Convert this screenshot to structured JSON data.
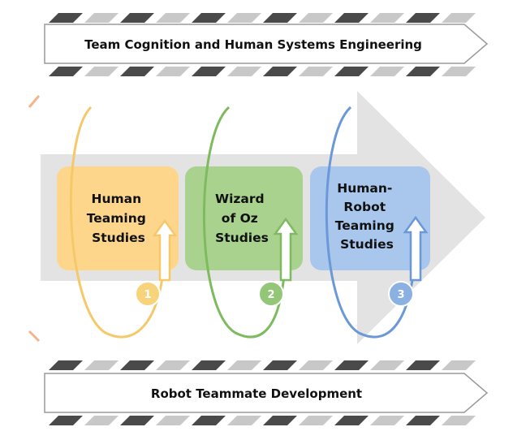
{
  "top_banner": {
    "label": "Team Cognition and Human Systems Engineering"
  },
  "bottom_banner": {
    "label": "Robot Teammate Development"
  },
  "stages": [
    {
      "lines": [
        "Human",
        "Teaming",
        "Studies"
      ],
      "number": "1",
      "box_color": "#fdd68c",
      "loop_color": "#f5c96a",
      "badge_color": "#f7d37c"
    },
    {
      "lines": [
        "Wizard",
        "of Oz",
        "Studies"
      ],
      "number": "2",
      "box_color": "#a8d28e",
      "loop_color": "#7dbb5e",
      "badge_color": "#93c677"
    },
    {
      "lines": [
        "Human-",
        "Robot",
        "Teaming",
        "Studies"
      ],
      "number": "3",
      "box_color": "#a9c6ec",
      "loop_color": "#6b98d6",
      "badge_color": "#8ab1e2"
    }
  ],
  "colors": {
    "big_arrow": "#e3e3e3",
    "stripe_dark": "#4a4a4a",
    "stripe_light": "#c8c8c8",
    "banner_border": "#9a9a9a"
  }
}
